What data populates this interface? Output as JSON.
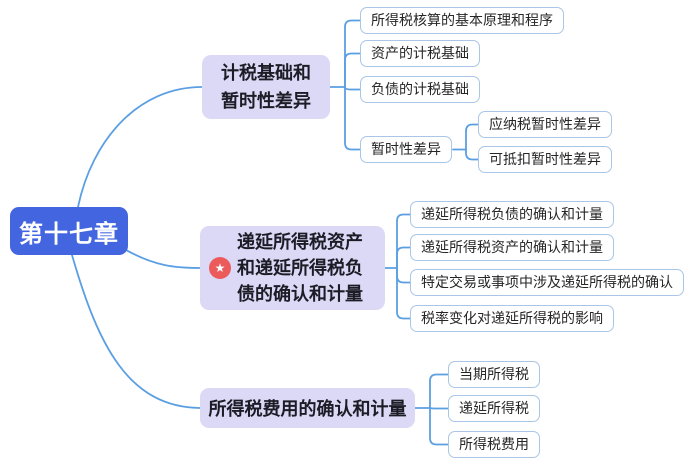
{
  "colors": {
    "root_fill": "#4365E0",
    "branch_fill": "#DBD9F5",
    "edge_blue": "#5B9FE3",
    "leaf_border": "#A9C6E8",
    "star_badge_red": "#EC5B5B",
    "root_text": "#FFFFFF",
    "node_text": "#1C1C26"
  },
  "icons": {
    "star_badge": "★"
  },
  "root": {
    "label": "第十七章"
  },
  "branches": [
    {
      "label": "计税基础和暂时性差异",
      "children": [
        {
          "label": "所得税核算的基本原理和程序"
        },
        {
          "label": "资产的计税基础"
        },
        {
          "label": "负债的计税基础"
        },
        {
          "label": "暂时性差异",
          "children": [
            {
              "label": "应纳税暂时性差异"
            },
            {
              "label": "可抵扣暂时性差异"
            }
          ]
        }
      ]
    },
    {
      "label": "递延所得税资产和递延所得税负债的确认和计量",
      "badge": "important-star",
      "children": [
        {
          "label": "递延所得税负债的确认和计量"
        },
        {
          "label": "递延所得税资产的确认和计量"
        },
        {
          "label": "特定交易或事项中涉及递延所得税的确认"
        },
        {
          "label": "税率变化对递延所得税的影响"
        }
      ]
    },
    {
      "label": "所得税费用的确认和计量",
      "children": [
        {
          "label": "当期所得税"
        },
        {
          "label": "递延所得税"
        },
        {
          "label": "所得税费用"
        }
      ]
    }
  ]
}
